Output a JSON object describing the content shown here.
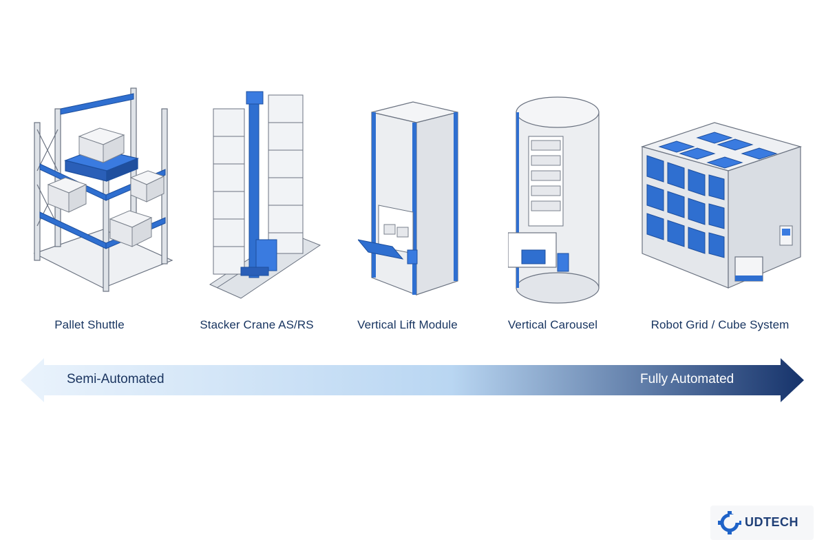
{
  "systems": [
    {
      "label": "Pallet Shuttle",
      "icon": "pallet-shuttle-illustration"
    },
    {
      "label": "Stacker Crane AS/RS",
      "icon": "stacker-crane-illustration"
    },
    {
      "label": "Vertical Lift Module",
      "icon": "vertical-lift-module-illustration"
    },
    {
      "label": "Vertical Carousel",
      "icon": "vertical-carousel-illustration"
    },
    {
      "label": "Robot Grid / Cube System",
      "icon": "robot-grid-cube-illustration"
    }
  ],
  "spectrum": {
    "left_label": "Semi-Automated",
    "right_label": "Fully Automated",
    "light_color": "#eaf3fc",
    "mid_color": "#b9d6f2",
    "dark_color": "#16336b"
  },
  "brand": {
    "name": "UDTECH",
    "color": "#1f63c8"
  },
  "colors": {
    "accent": "#2f6fd0",
    "steel": "#c9ced6",
    "outline": "#6a7280"
  }
}
